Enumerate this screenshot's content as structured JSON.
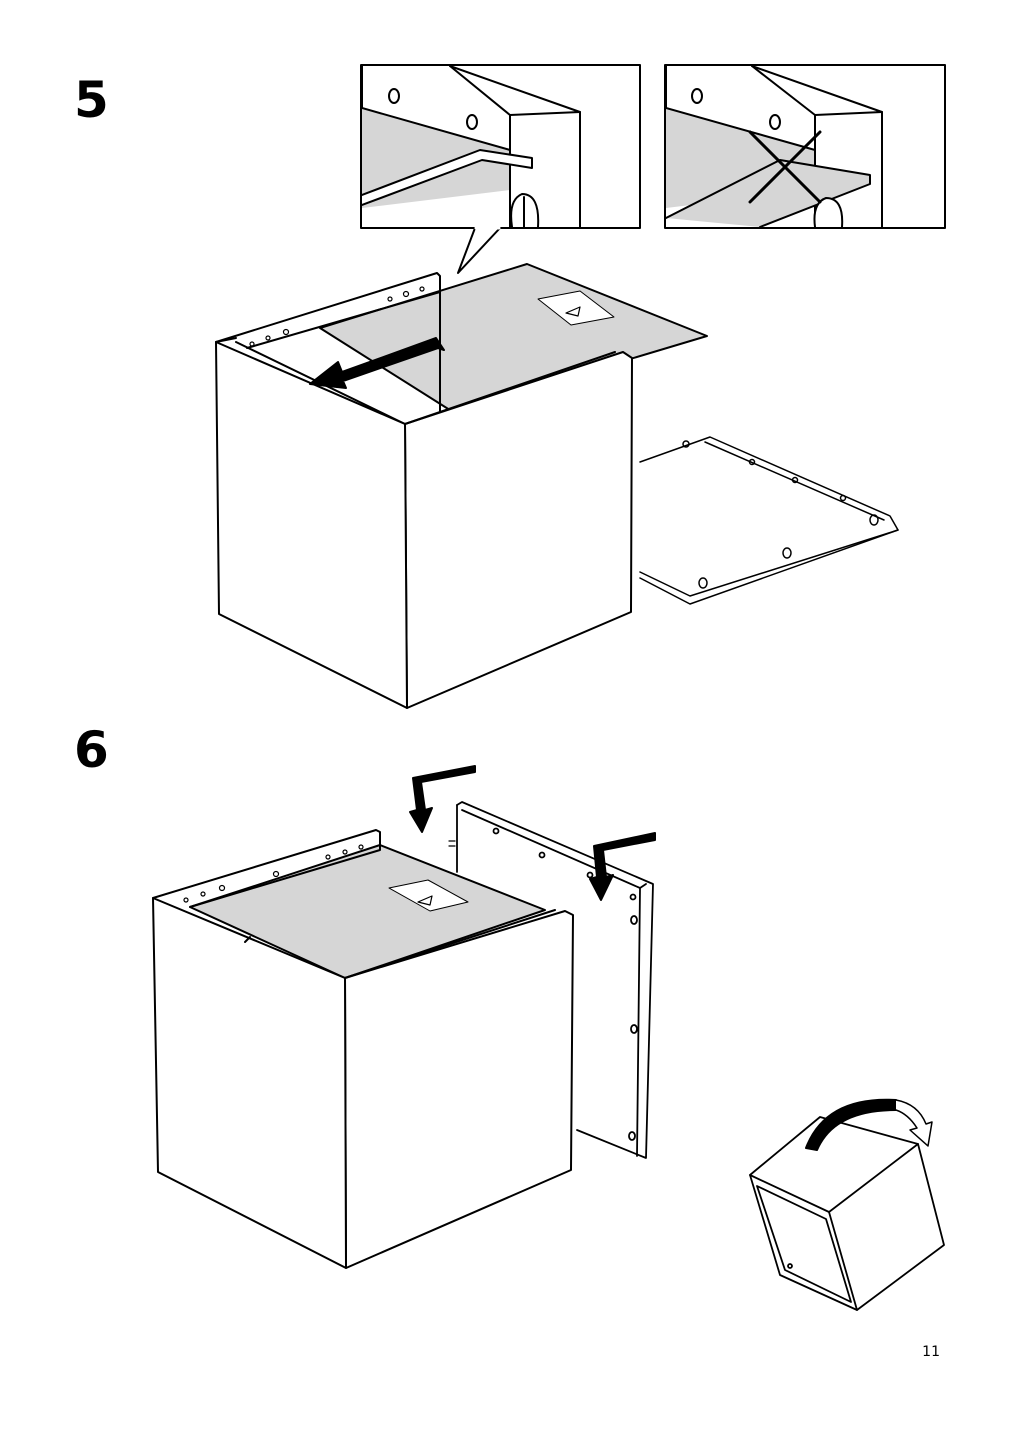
{
  "steps": [
    {
      "number": "5"
    },
    {
      "number": "6"
    }
  ],
  "footer": {
    "page_number": "11"
  },
  "colors": {
    "line": "#000000",
    "panel_fill": "#d6d6d6",
    "background": "#ffffff"
  },
  "icons": [
    "warning-triangle-icon",
    "cross-mark-icon",
    "rotate-arrow-icon",
    "push-arrow-icon",
    "down-arrow-icon"
  ]
}
